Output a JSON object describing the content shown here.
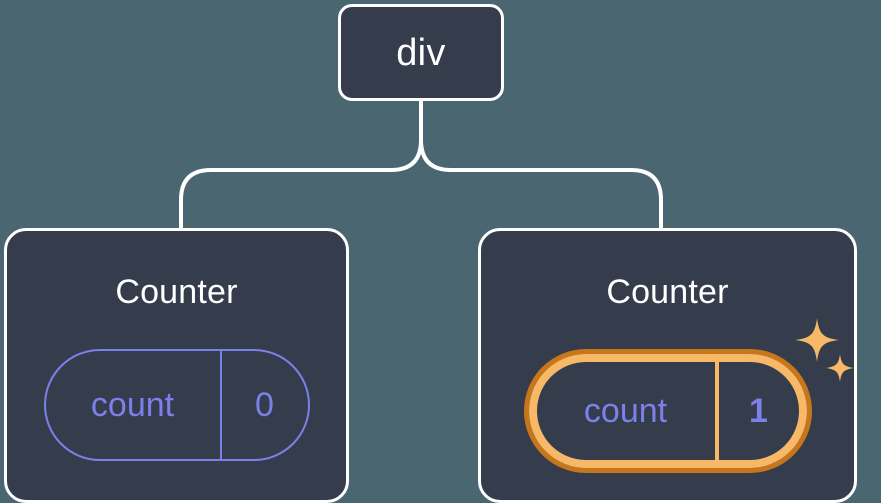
{
  "diagram": {
    "type": "component-tree",
    "description": "React component tree showing a parent div with two Counter children, the right one highlighted with an updated state value",
    "background_color": "#4a6670",
    "node_fill_color": "#353c4c",
    "node_border_color": "#ffffff",
    "edge_color": "#ffffff",
    "state_color": "#7b80ea",
    "highlight_outer_color": "#c8761b",
    "highlight_inner_color": "#f7b868",
    "sparkle_color": "#f7b868"
  },
  "root": {
    "label": "div"
  },
  "children": [
    {
      "id": "counter-left",
      "title": "Counter",
      "state": {
        "key": "count",
        "value": "0"
      },
      "highlighted": false,
      "sparkles": false
    },
    {
      "id": "counter-right",
      "title": "Counter",
      "state": {
        "key": "count",
        "value": "1"
      },
      "highlighted": true,
      "sparkles": true
    }
  ],
  "icons": {
    "sparkle_large": "sparkle-icon",
    "sparkle_small": "sparkle-small-icon"
  }
}
